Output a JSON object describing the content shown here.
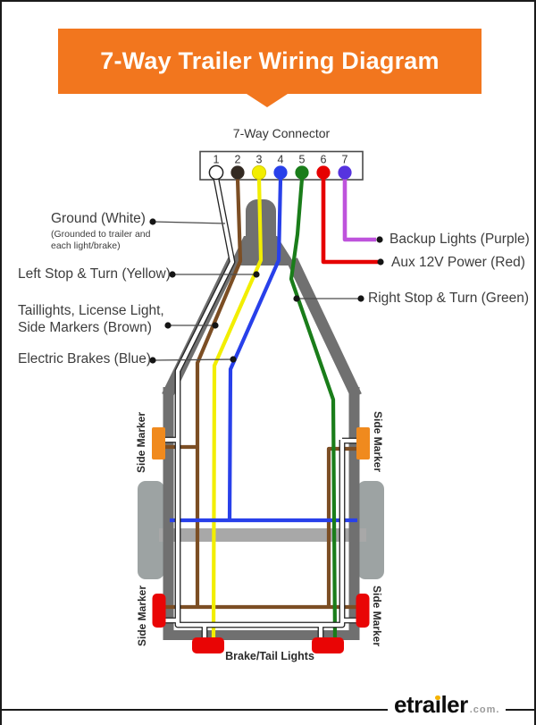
{
  "header": {
    "title": "7-Way Trailer Wiring Diagram"
  },
  "connector": {
    "label": "7-Way Connector",
    "pins": [
      {
        "number": "1",
        "color": "#FFFFFF"
      },
      {
        "number": "2",
        "color": "#332A22"
      },
      {
        "number": "3",
        "color": "#F2EE00"
      },
      {
        "number": "4",
        "color": "#2840EA"
      },
      {
        "number": "5",
        "color": "#1A7D1A"
      },
      {
        "number": "6",
        "color": "#E60000"
      },
      {
        "number": "7",
        "color": "#5633DF"
      }
    ]
  },
  "callouts": {
    "ground": {
      "label": "Ground (White)",
      "sub1": "(Grounded to trailer and",
      "sub2": "each light/brake)"
    },
    "left_stop": {
      "label": "Left Stop & Turn (Yellow)"
    },
    "taillights": {
      "line1": "Taillights, License Light,",
      "line2": "Side Markers (Brown)"
    },
    "electric_brakes": {
      "label": "Electric Brakes (Blue)"
    },
    "backup": {
      "label": "Backup Lights (Purple)"
    },
    "aux": {
      "label": "Aux 12V Power (Red)"
    },
    "right_stop": {
      "label": "Right Stop & Turn (Green)"
    }
  },
  "trailer": {
    "side_marker_label": "Side Marker",
    "brake_tail_label": "Brake/Tail Lights"
  },
  "wires": {
    "white": "#FFFFFF",
    "white_outline": "#222222",
    "brown": "#7C4E24",
    "yellow": "#F2EE00",
    "blue": "#2840EA",
    "green": "#1A7D1A",
    "red": "#E60000",
    "purple": "#BE53DC"
  },
  "colors": {
    "banner_orange": "#F2761E",
    "marker_orange": "#F08A1E",
    "light_red": "#E90505",
    "frame_gray": "#707070",
    "axle_gray": "#A8A8A8",
    "wheel_gray": "#9DA3A3",
    "leader_line": "#4A4A4A",
    "logo_dot": "#F5B301"
  },
  "logo": {
    "part1": "etra",
    "i_char": "ı",
    "part2": "ler",
    "suffix": ".com."
  }
}
